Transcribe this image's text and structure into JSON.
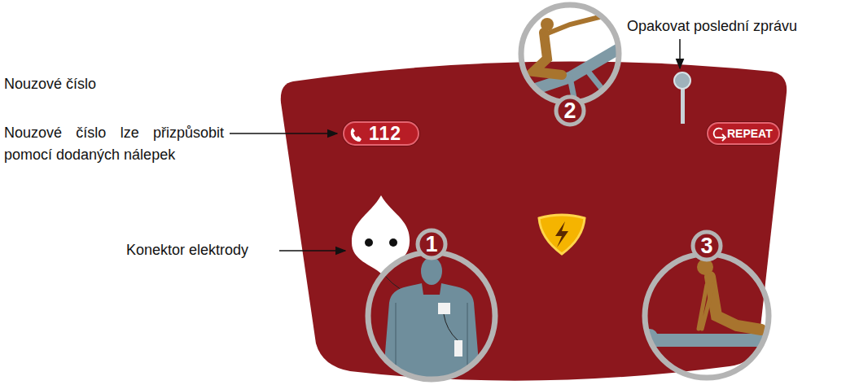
{
  "diagram": {
    "nodes": [
      {
        "text": [
          "2"
        ]
      },
      {
        "text": [
          "112"
        ]
      },
      {
        "text": [
          "REPEAT"
        ]
      },
      {
        "text": [
          "1"
        ]
      },
      {
        "text": [
          "3"
        ]
      }
    ],
    "labels": [
      "Opakovat poslední zprávu",
      "Nouzové číslo",
      "Nouzové číslo lze přizpůsobit pomocí dodaných nálepek",
      "Konektor elektrody"
    ]
  }
}
